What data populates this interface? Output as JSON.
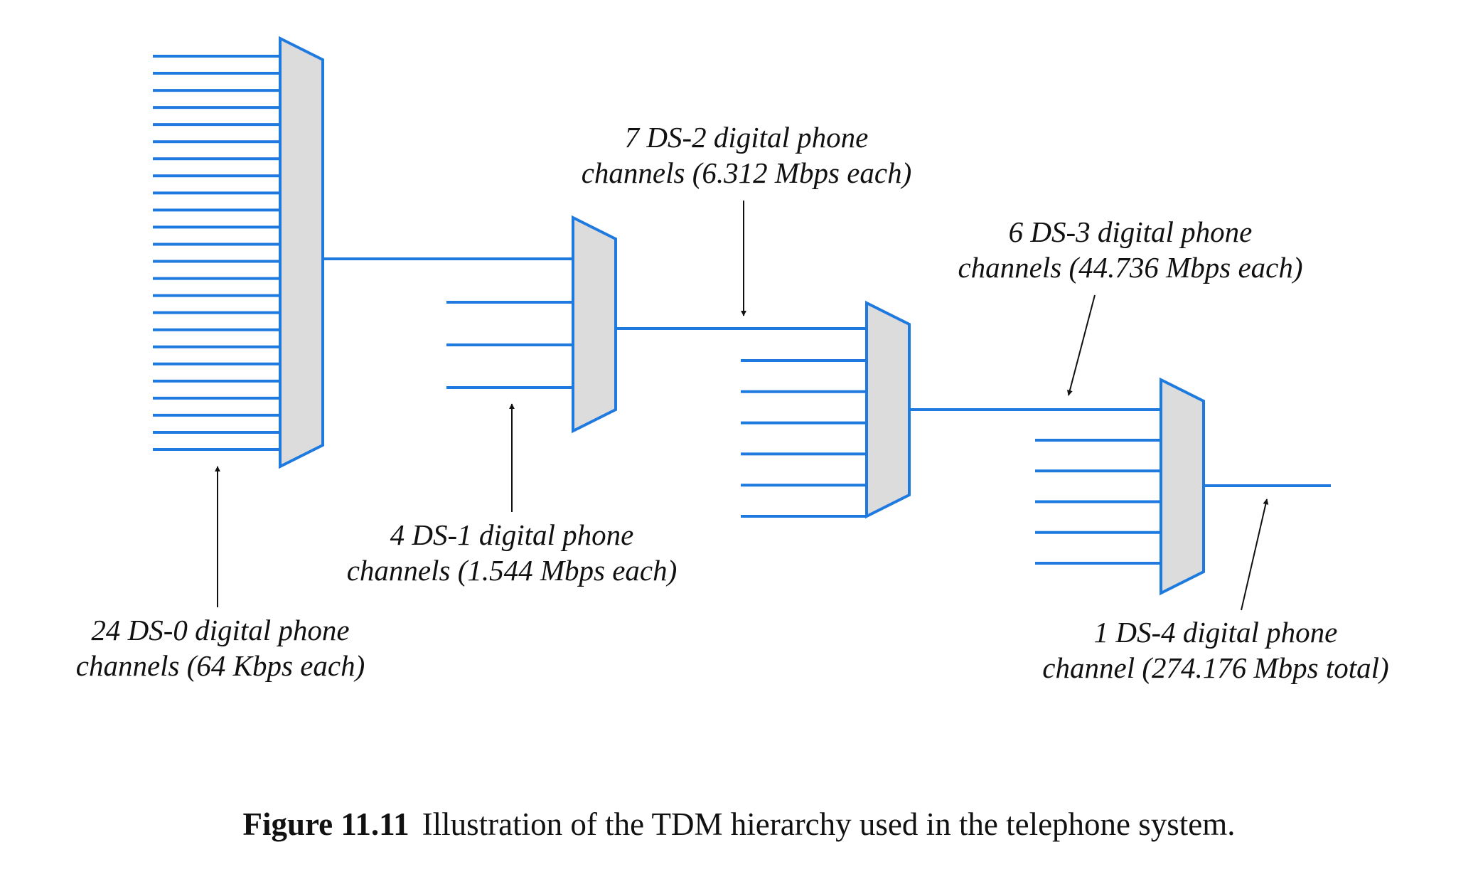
{
  "figure": {
    "caption_number": "Figure 11.11",
    "caption_text": "Illustration of the TDM hierarchy used in the telephone system.",
    "line_color": "#1f7ae0",
    "mux_fill": "#dcdcdc",
    "levels": [
      {
        "id": "ds0",
        "inputs": 24,
        "line1": "24 DS-0 digital phone",
        "line2": "channels (64 Kbps each)"
      },
      {
        "id": "ds1",
        "inputs": 4,
        "line1": "4 DS-1 digital phone",
        "line2": "channels (1.544 Mbps each)"
      },
      {
        "id": "ds2",
        "inputs": 7,
        "line1": "7 DS-2 digital phone",
        "line2": "channels (6.312 Mbps each)"
      },
      {
        "id": "ds3",
        "inputs": 6,
        "line1": "6 DS-3 digital phone",
        "line2": "channels (44.736 Mbps each)"
      },
      {
        "id": "ds4",
        "inputs": 1,
        "line1": "1 DS-4 digital phone",
        "line2": "channel (274.176 Mbps total)"
      }
    ]
  }
}
